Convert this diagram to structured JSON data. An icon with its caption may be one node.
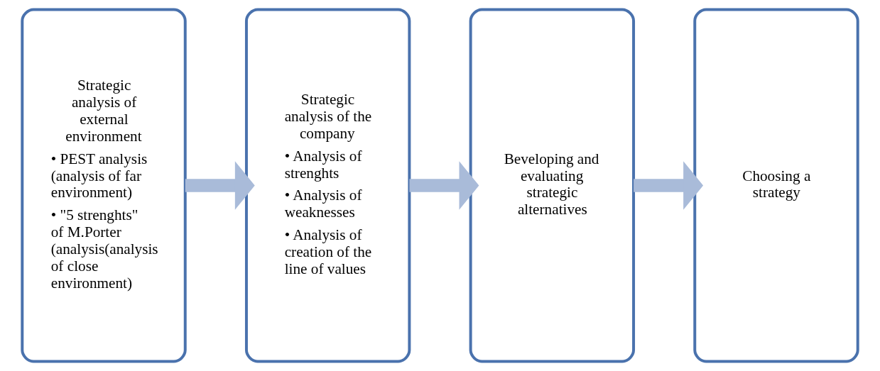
{
  "diagram": {
    "nodes": [
      {
        "text": [
          "Strategic analysis of external environment",
          "• PEST analysis (analysis of far environment)",
          "• \"5 strenghts\" of M.Porter (analysis(analysis of close environment)"
        ]
      },
      {
        "text": [
          "Strategic analysis of the company",
          "• Analysis of strenghts",
          "• Analysis of weaknesses",
          "• Analysis of creation of the line of values"
        ]
      },
      {
        "text": [
          "Beveloping and evaluating strategic alternatives"
        ]
      },
      {
        "text": [
          "Choosing a strategy"
        ]
      }
    ],
    "edges": [
      {
        "from": 0,
        "to": 1,
        "arrow": "to"
      },
      {
        "from": 1,
        "to": 2,
        "arrow": "to"
      },
      {
        "from": 2,
        "to": 3,
        "arrow": "to"
      }
    ]
  }
}
